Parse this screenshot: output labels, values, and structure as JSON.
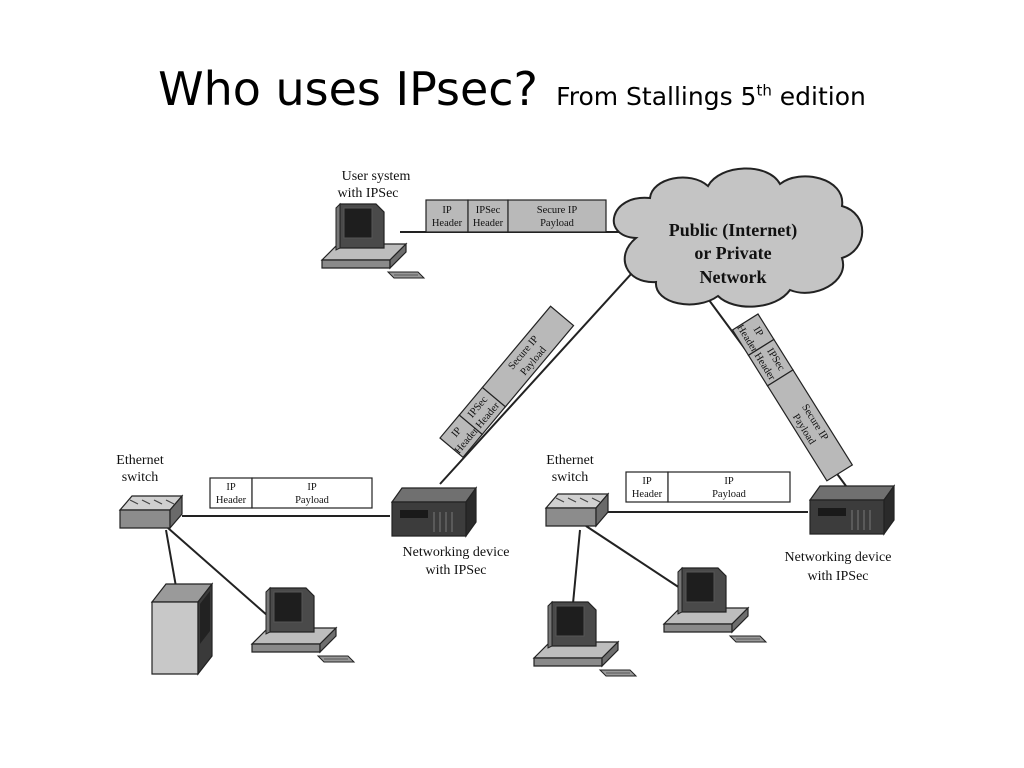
{
  "slide": {
    "title": "Who uses IPsec?",
    "subtitle_prefix": "From Stallings 5",
    "subtitle_sup": "th",
    "subtitle_suffix": " edition"
  },
  "cloud": {
    "line1": "Public (Internet)",
    "line2": "or Private",
    "line3": "Network"
  },
  "labels": {
    "user_system_1": "User system",
    "user_system_2": "with IPSec",
    "ethernet_1": "Ethernet",
    "ethernet_2": "switch",
    "netdev_1": "Networking device",
    "netdev_2": "with IPSec"
  },
  "ipsec_packet": {
    "ip_header_1": "IP",
    "ip_header_2": "Header",
    "ipsec_header_1": "IPSec",
    "ipsec_header_2": "Header",
    "payload_1": "Secure IP",
    "payload_2": "Payload"
  },
  "ip_packet": {
    "header_1": "IP",
    "header_2": "Header",
    "payload_1": "IP",
    "payload_2": "Payload"
  },
  "colors": {
    "gray_fill": "#b9b9b9",
    "cloud_fill": "#c4c4c4",
    "device_dark": "#3c3c3c",
    "line": "#222222"
  }
}
